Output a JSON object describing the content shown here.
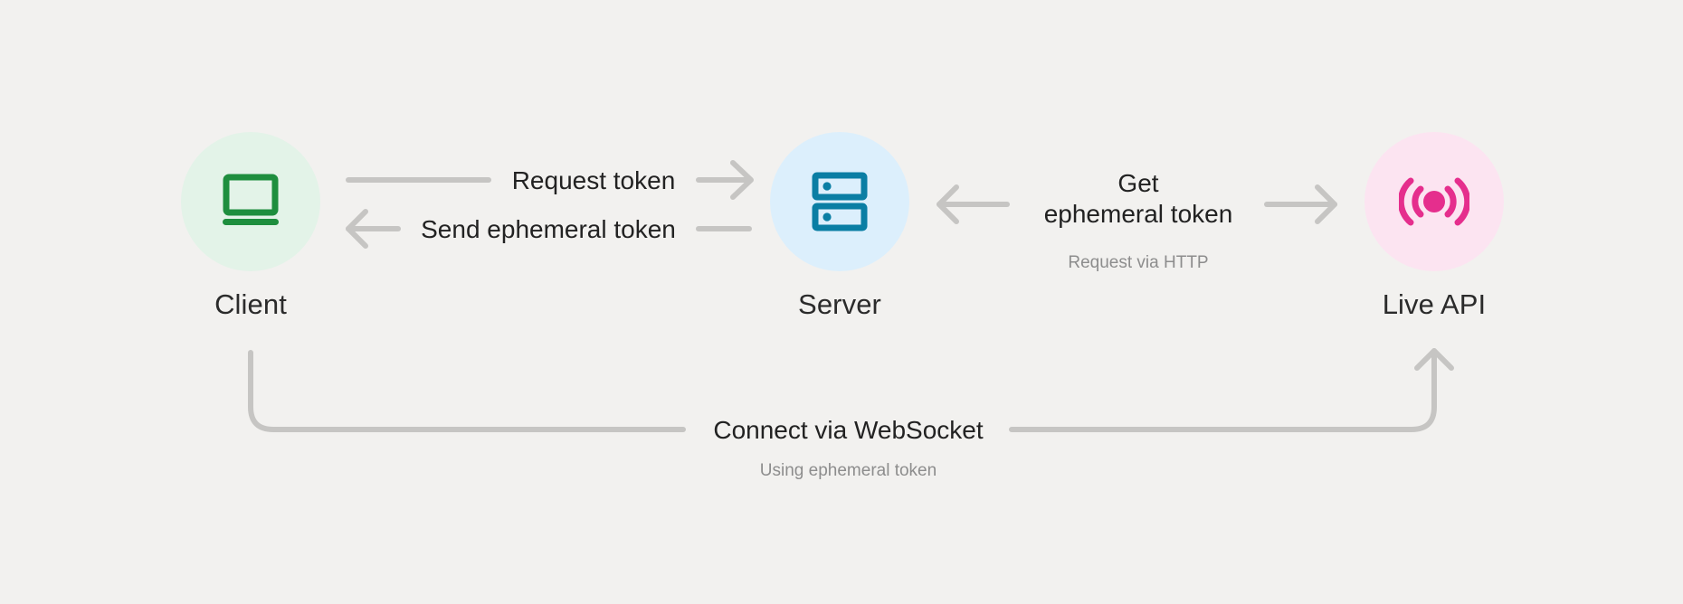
{
  "diagram": {
    "background_color": "#F2F1EF",
    "connector_color": "#C6C5C3",
    "text_color": "#222222",
    "muted_text_color": "#8D8D8D",
    "nodes": [
      {
        "id": "client",
        "label": "Client",
        "icon": "laptop-icon",
        "circle_color": "#E3F3E8",
        "icon_color": "#1E8E3E"
      },
      {
        "id": "server",
        "label": "Server",
        "icon": "server-icon",
        "circle_color": "#DCEFFC",
        "icon_color": "#0A7EA4"
      },
      {
        "id": "live-api",
        "label": "Live API",
        "icon": "broadcast-icon",
        "circle_color": "#FCE4F1",
        "icon_color": "#E52E8D"
      }
    ],
    "edges": [
      {
        "id": "request-token",
        "label": "Request token",
        "sublabel": "",
        "direction": "client-to-server"
      },
      {
        "id": "send-ephemeral-token",
        "label": "Send ephemeral token",
        "sublabel": "",
        "direction": "server-to-client"
      },
      {
        "id": "get-ephemeral-token",
        "label_line_1": "Get",
        "label_line_2": "ephemeral token",
        "sublabel": "Request via HTTP",
        "direction": "server-to-live-api"
      },
      {
        "id": "connect-via-websocket",
        "label": "Connect via WebSocket",
        "sublabel": "Using ephemeral token",
        "direction": "client-to-live-api"
      }
    ]
  }
}
